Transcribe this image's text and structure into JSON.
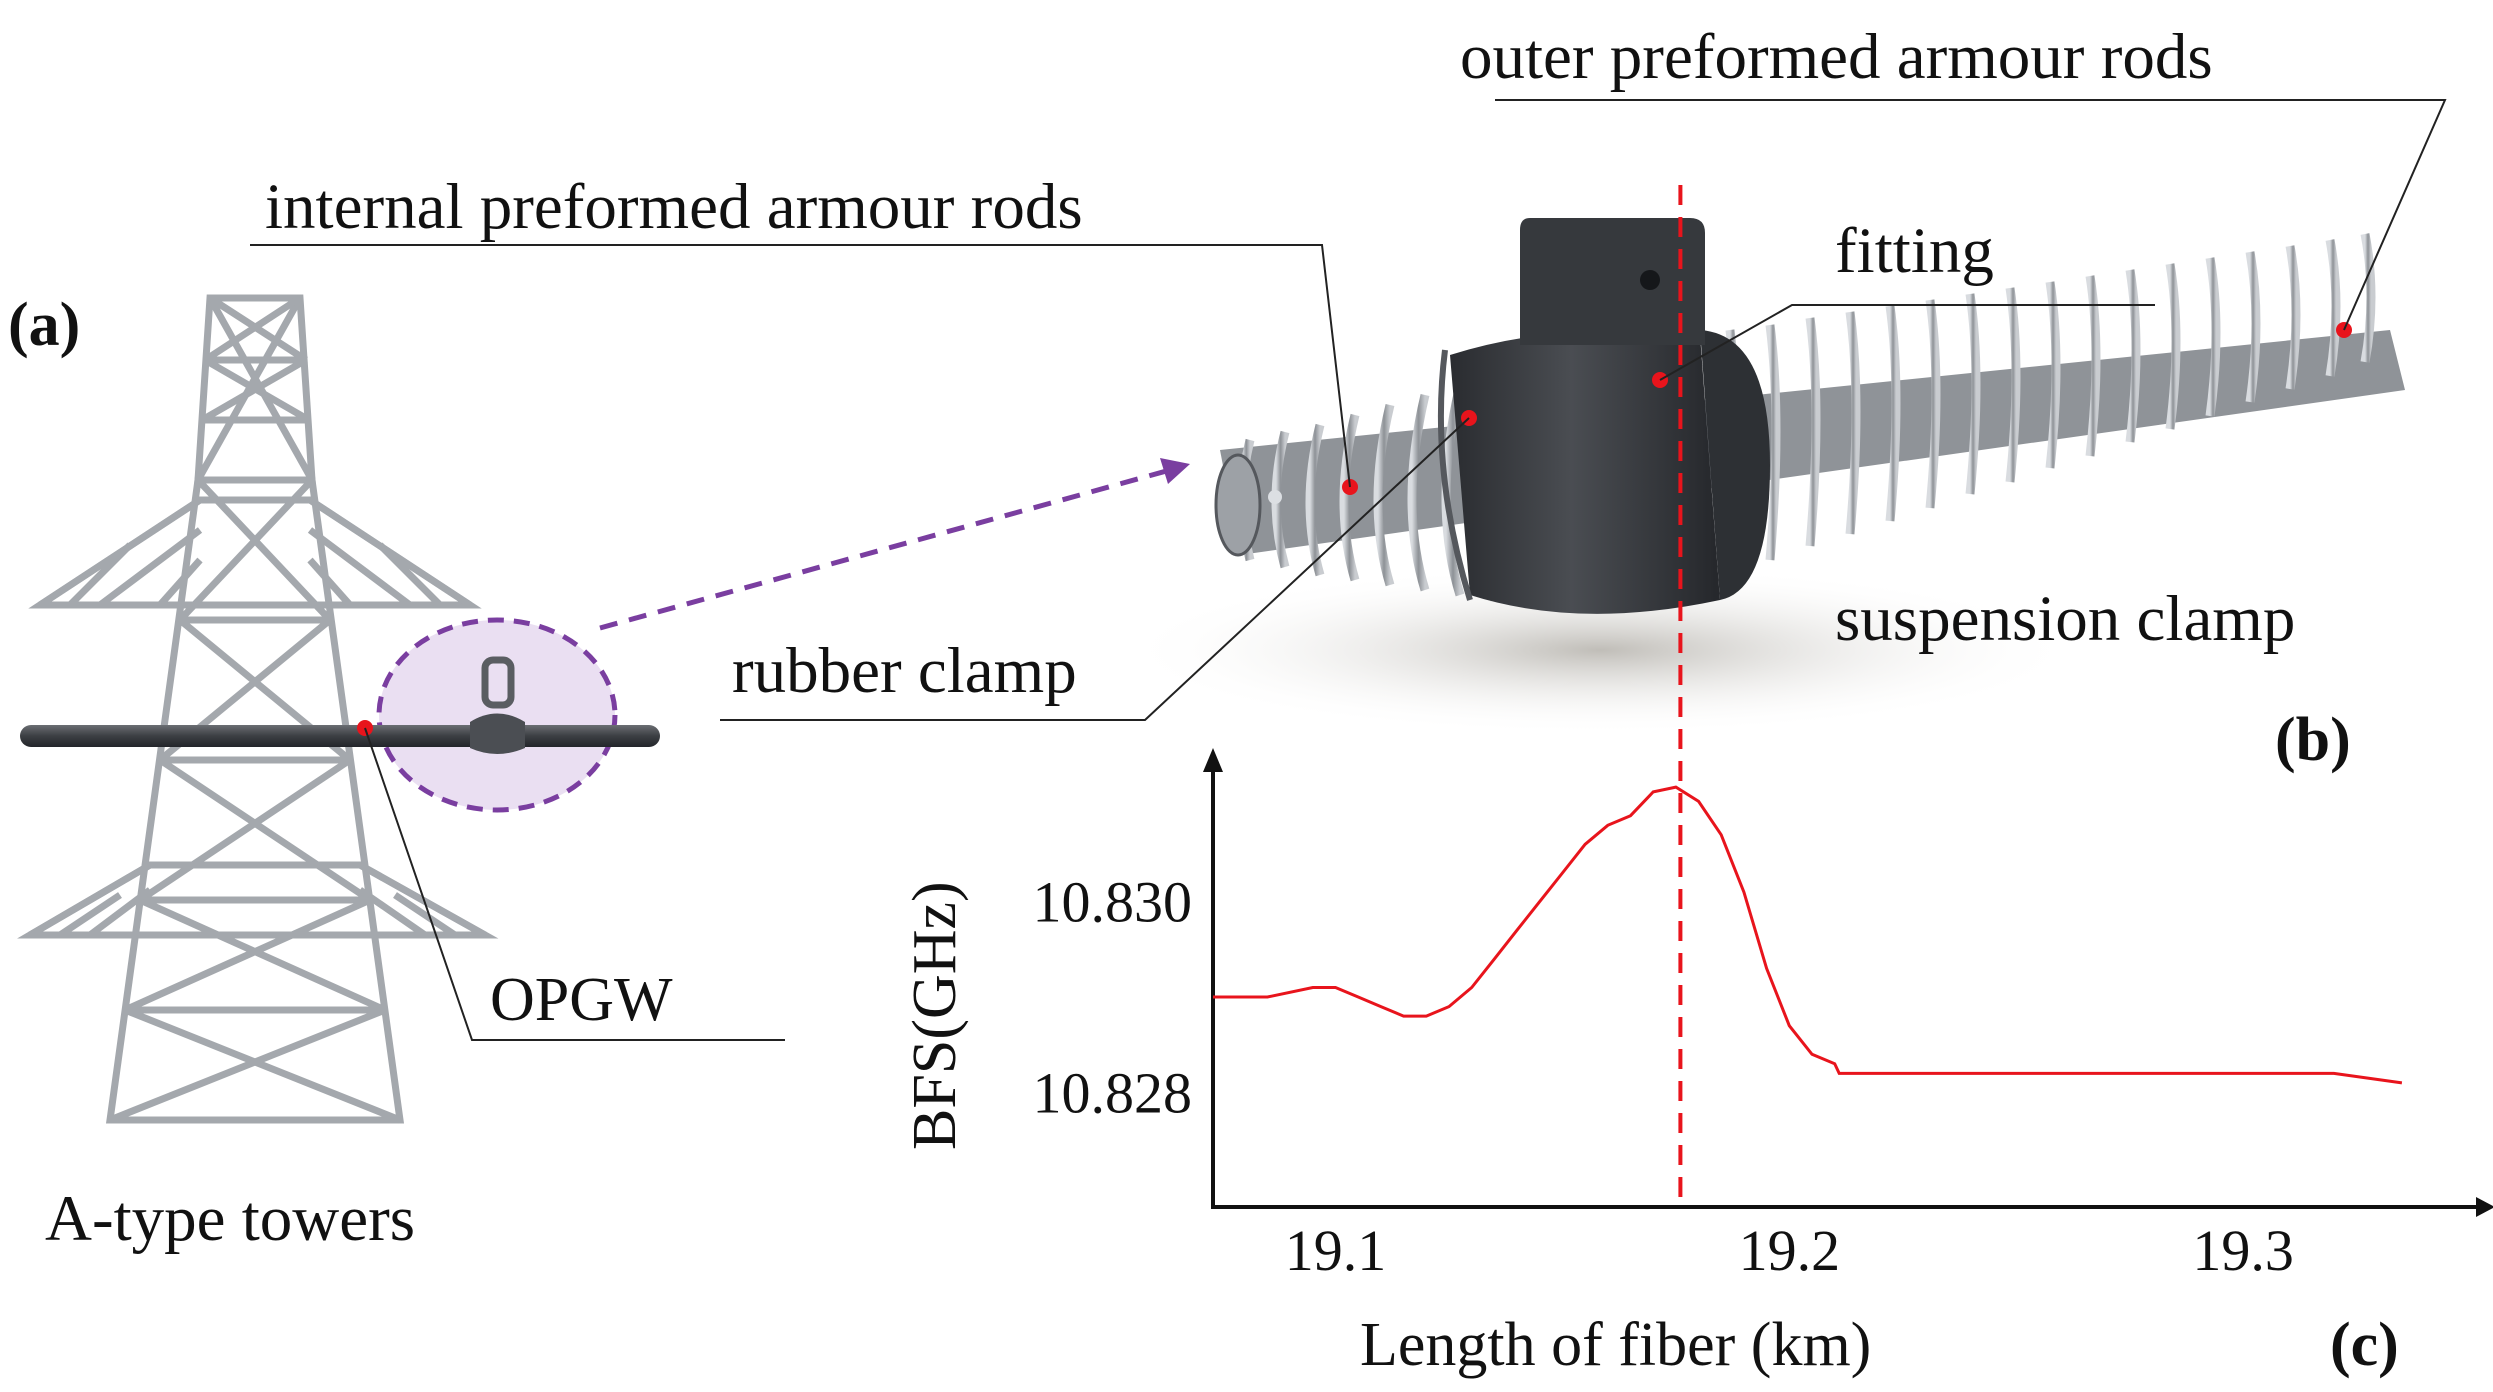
{
  "panels": {
    "a": "(a)",
    "b": "(b)",
    "c": "(c)"
  },
  "labels": {
    "outer_rods": "outer preformed armour rods",
    "internal_rods": "internal preformed armour rods",
    "fitting": "fitting",
    "rubber_clamp": "rubber clamp",
    "suspension_clamp": "suspension clamp",
    "opgw": "OPGW",
    "towers": "A-type towers"
  },
  "colors": {
    "curve": "#e8141c",
    "marker": "#e8141c",
    "ellipse_fill": "#e3d4ee",
    "ellipse_stroke": "#7a3ea0",
    "tower": "#a4a8ad",
    "clamp_body": "#3a3d41",
    "rod": "#b5b9bf"
  },
  "chart_data": {
    "type": "line",
    "title": "",
    "xlabel": "Length of fiber (km)",
    "ylabel": "BFS(GHz)",
    "xticks": [
      "19.1",
      "19.2",
      "19.3"
    ],
    "xtick_values": [
      19.1,
      19.2,
      19.3
    ],
    "yticks": [
      "10.828",
      "10.830"
    ],
    "ytick_values": [
      10.828,
      10.83
    ],
    "xlim": [
      19.073,
      19.35
    ],
    "ylim": [
      10.8268,
      10.8314
    ],
    "marker_x": 19.176,
    "series": [
      {
        "x": [
          19.073,
          19.085,
          19.095,
          19.1,
          19.105,
          19.11,
          19.115,
          19.12,
          19.125,
          19.13,
          19.135,
          19.14,
          19.145,
          19.15,
          19.155,
          19.16,
          19.165,
          19.17,
          19.175,
          19.18,
          19.185,
          19.19,
          19.195,
          19.2,
          19.205,
          19.21,
          19.211,
          19.215,
          19.22,
          19.24,
          19.26,
          19.28,
          19.3,
          19.32,
          19.335
        ],
        "y": [
          10.829,
          10.829,
          10.8291,
          10.8291,
          10.829,
          10.8289,
          10.8288,
          10.8288,
          10.8289,
          10.8291,
          10.8294,
          10.8297,
          10.83,
          10.8303,
          10.8306,
          10.8308,
          10.8309,
          10.83115,
          10.8312,
          10.83105,
          10.8307,
          10.8301,
          10.8293,
          10.8287,
          10.8284,
          10.8283,
          10.8282,
          10.8282,
          10.8282,
          10.8282,
          10.8282,
          10.8282,
          10.8282,
          10.8282,
          10.8281
        ]
      }
    ]
  }
}
